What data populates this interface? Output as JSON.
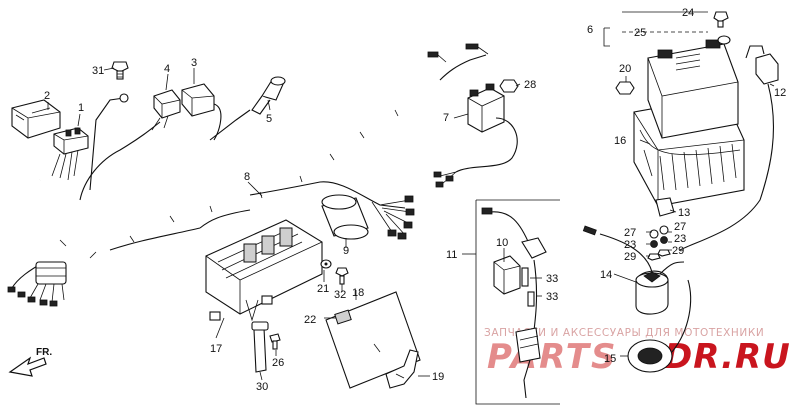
{
  "callouts": {
    "c1": "1",
    "c2": "2",
    "c3": "3",
    "c4": "4",
    "c5": "5",
    "c6": "6",
    "c7": "7",
    "c8": "8",
    "c9": "9",
    "c10": "10",
    "c11": "11",
    "c12": "12",
    "c13": "13",
    "c14": "14",
    "c15": "15",
    "c16": "16",
    "c17": "17",
    "c18": "18",
    "c19": "19",
    "c20": "20",
    "c21": "21",
    "c22": "22",
    "c23a": "23",
    "c23b": "23",
    "c24": "24",
    "c25": "25",
    "c26": "26",
    "c27a": "27",
    "c27b": "27",
    "c28": "28",
    "c29a": "29",
    "c29b": "29",
    "c30": "30",
    "c31": "31",
    "c32": "32",
    "c33a": "33",
    "c33b": "33"
  },
  "direction_label": "FR.",
  "watermark": {
    "line1": "ЗАПЧАСТИ И АКСЕССУАРЫ ДЛЯ МОТОТЕХНИКИ",
    "brand_a": "PARTS",
    "brand_b": "DR.RU"
  }
}
